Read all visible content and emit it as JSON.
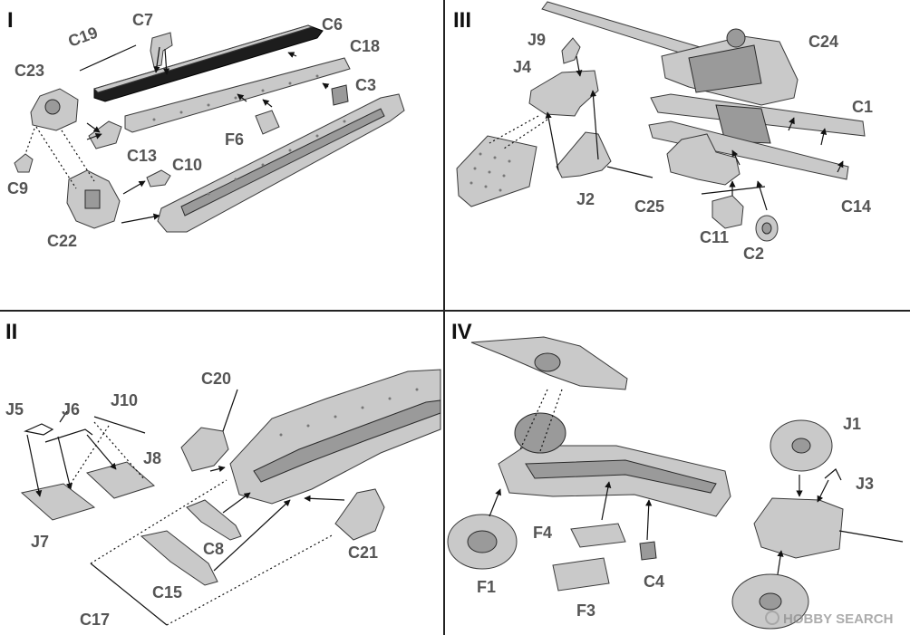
{
  "quadrants": [
    {
      "numeral": "I"
    },
    {
      "numeral": "III"
    },
    {
      "numeral": "II"
    },
    {
      "numeral": "IV"
    }
  ],
  "labels": {
    "C7": "C7",
    "C19": "C19",
    "C6": "C6",
    "C23": "C23",
    "C18": "C18",
    "C3": "C3",
    "C13": "C13",
    "F6": "F6",
    "C10": "C10",
    "C9": "C9",
    "C22": "C22",
    "J9": "J9",
    "J4": "J4",
    "C24": "C24",
    "C1": "C1",
    "J2": "J2",
    "C25": "C25",
    "C14": "C14",
    "C11": "C11",
    "C2": "C2",
    "C20": "C20",
    "J5": "J5",
    "J6": "J6",
    "J10": "J10",
    "J8": "J8",
    "J7": "J7",
    "C8": "C8",
    "C21": "C21",
    "C15": "C15",
    "C17": "C17",
    "J1": "J1",
    "J3": "J3",
    "F4": "F4",
    "C4": "C4",
    "F1": "F1",
    "F3": "F3"
  },
  "watermark": "HOBBY SEARCH"
}
